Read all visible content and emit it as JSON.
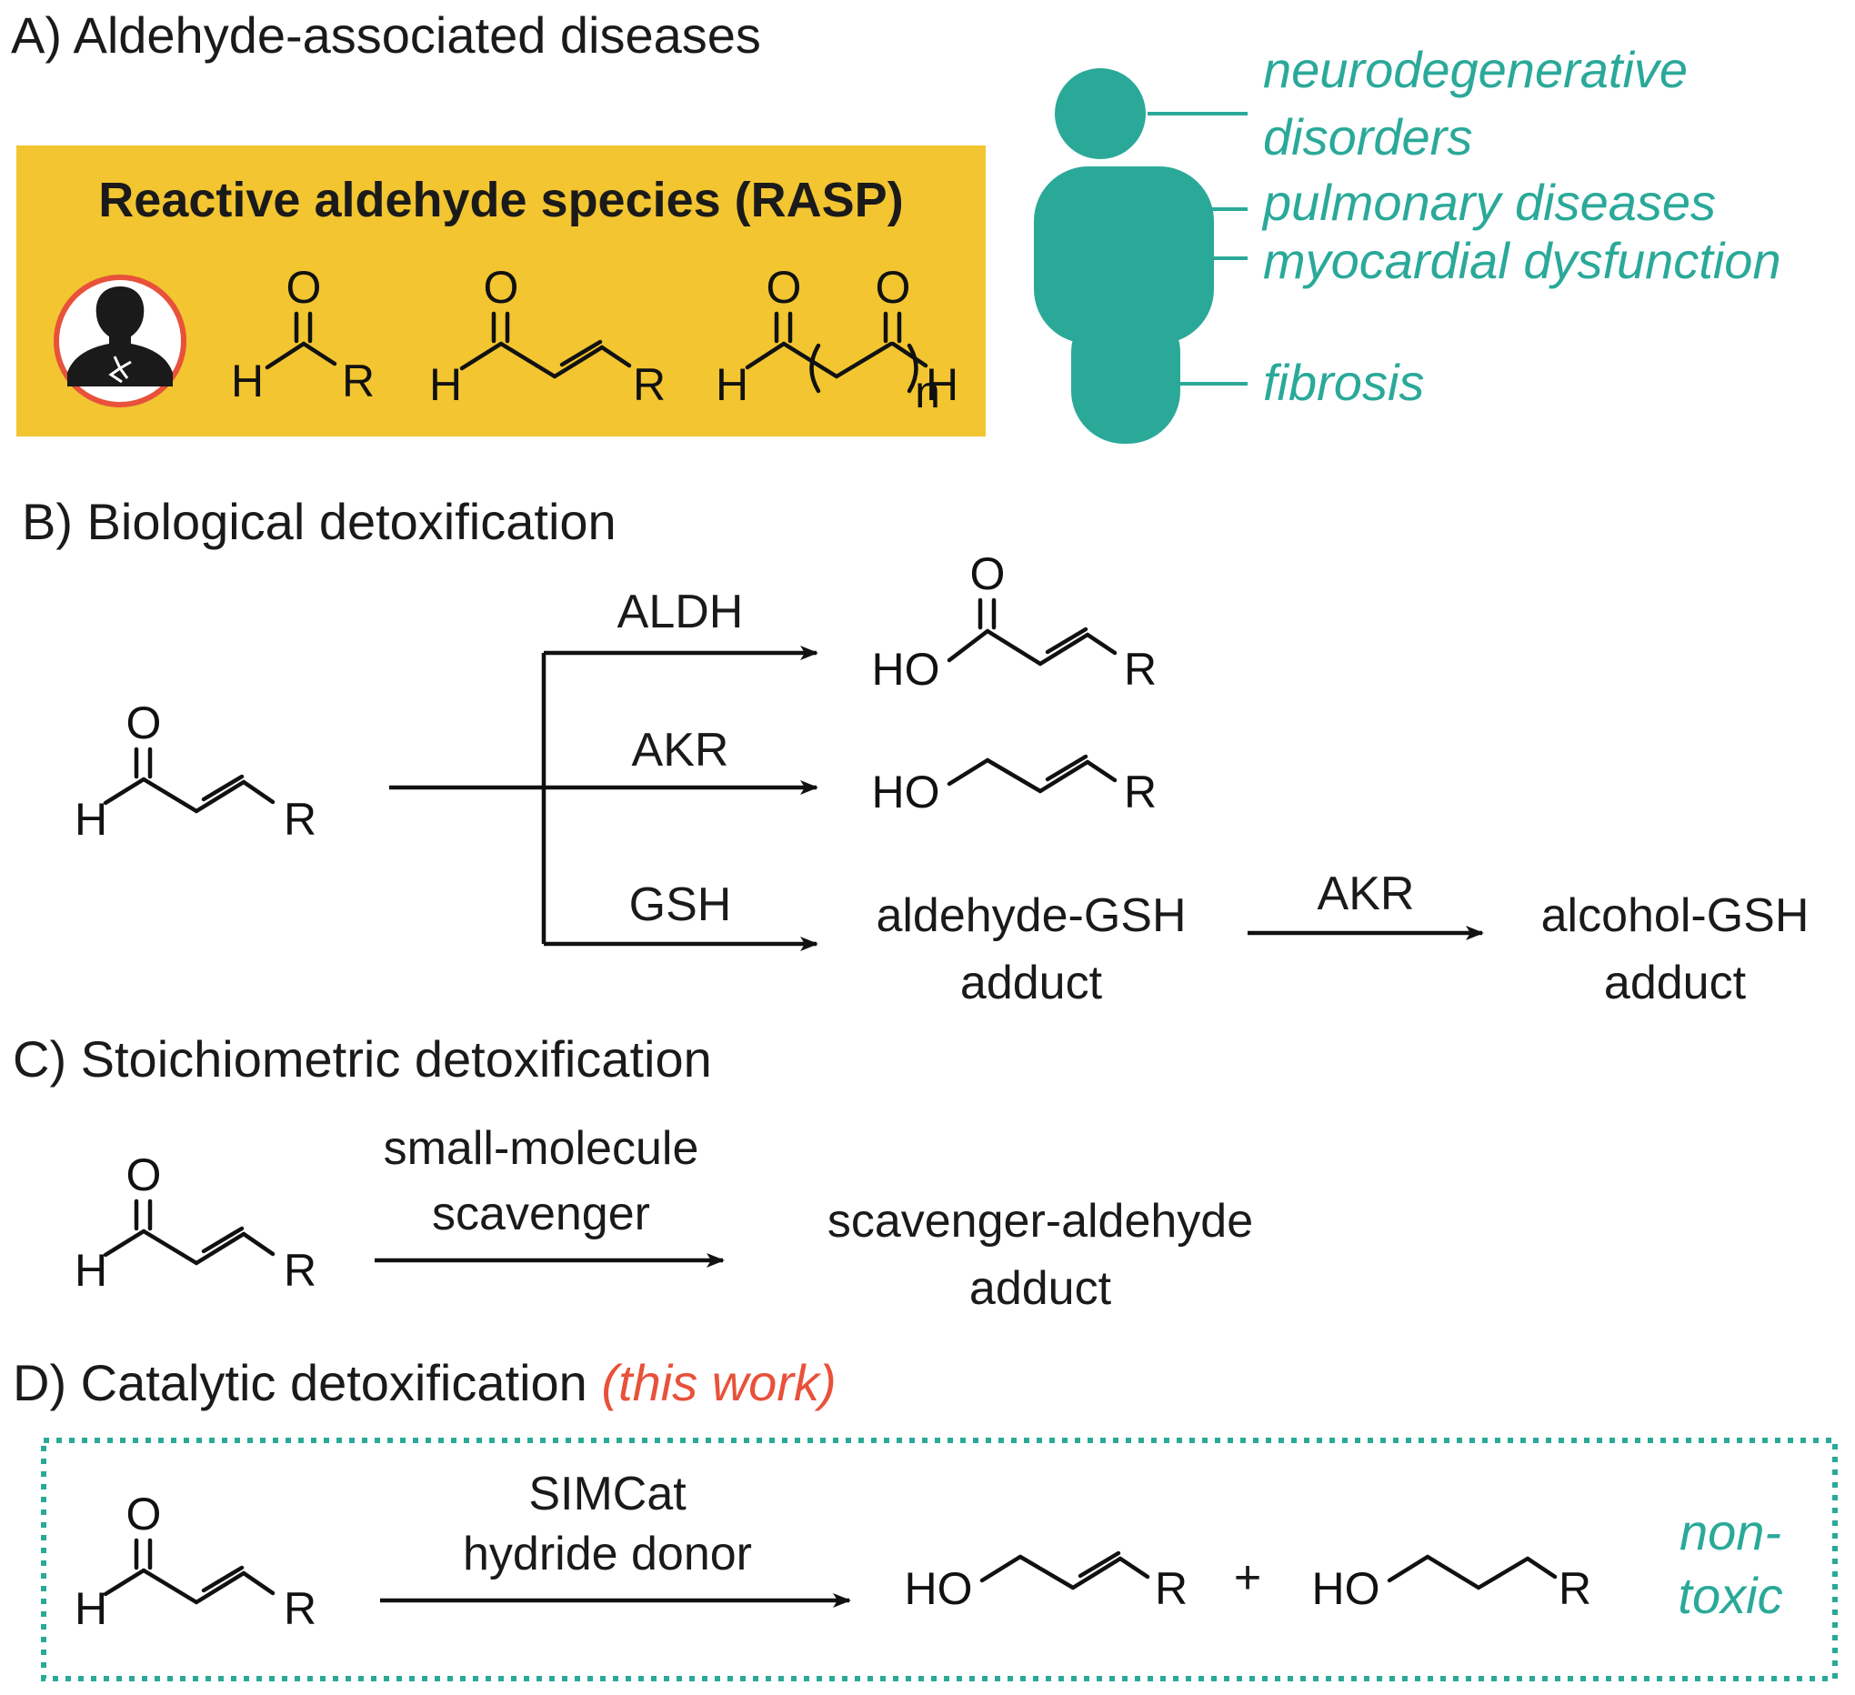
{
  "panel_a": {
    "title": "A) Aldehyde-associated diseases",
    "box_title": "Reactive aldehyde species (RASP)",
    "diseases": [
      "neurodegenerative",
      "disorders",
      "pulmonary diseases",
      "myocardial dysfunction",
      "fibrosis"
    ],
    "box_color": "#f2c531",
    "teal_color": "#2aa999"
  },
  "panel_b": {
    "title": "B) Biological detoxification",
    "aldh": "ALDH",
    "akr": "AKR",
    "gsh": "GSH",
    "aldehyde_gsh_1": "aldehyde-GSH",
    "aldehyde_gsh_2": "adduct",
    "akr2": "AKR",
    "alcohol_gsh_1": "alcohol-GSH",
    "alcohol_gsh_2": "adduct"
  },
  "panel_c": {
    "title": "C) Stoichiometric detoxification",
    "reagent_1": "small-molecule",
    "reagent_2": "scavenger",
    "product_1": "scavenger-aldehyde",
    "product_2": "adduct"
  },
  "panel_d": {
    "title_prefix": "D) Catalytic detoxification ",
    "title_note": "(this work)",
    "reagent_1": "SIMCat",
    "reagent_2": "hydride donor",
    "plus": "+",
    "nontoxic_1": "non-",
    "nontoxic_2": "toxic",
    "note_color": "#e8513a"
  },
  "atoms": {
    "O": "O",
    "H": "H",
    "R": "R",
    "HO": "HO",
    "n": "n"
  }
}
